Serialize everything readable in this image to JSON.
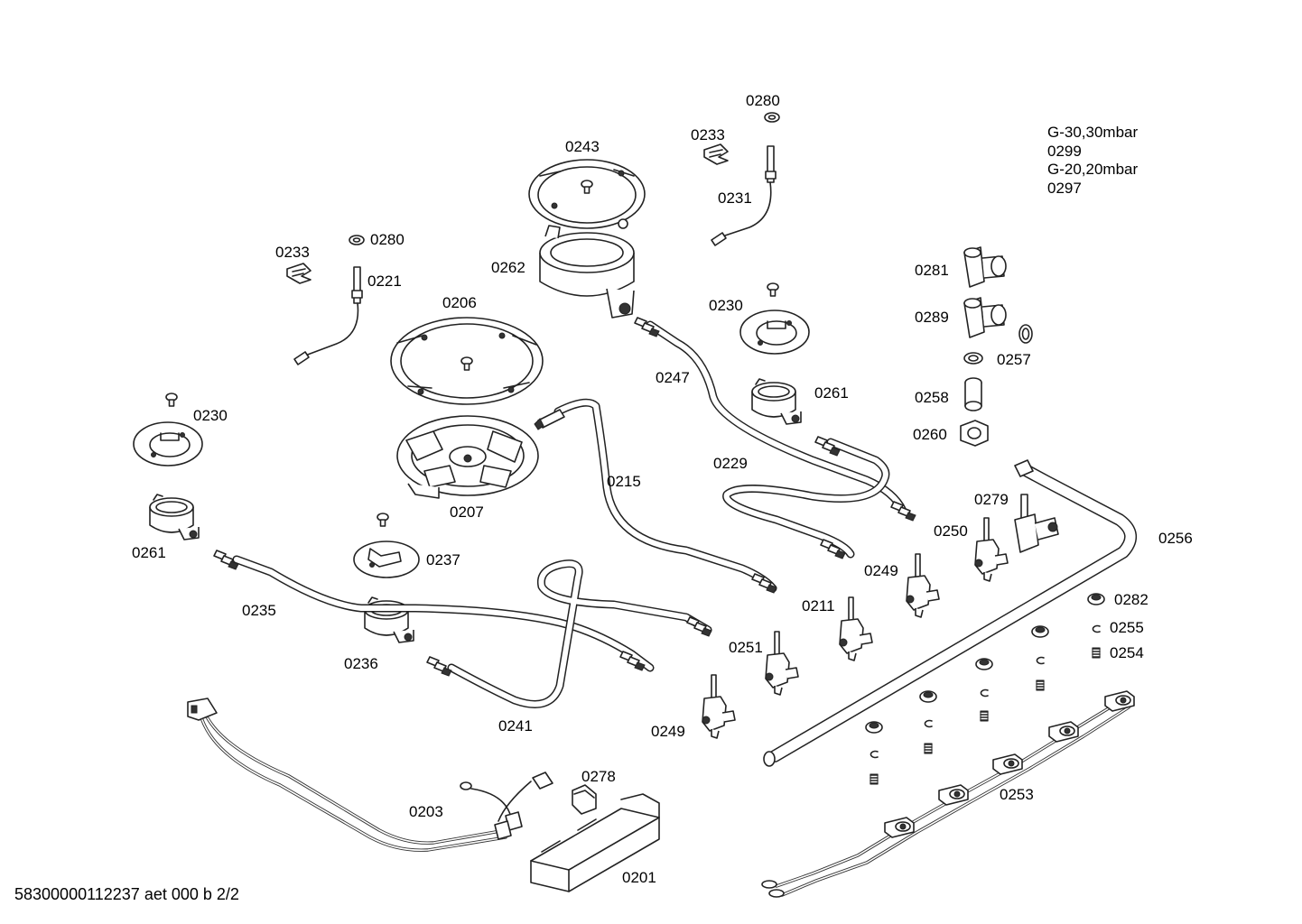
{
  "gas_note": [
    "G-30,30mbar",
    "0299",
    "G-20,20mbar",
    "0297"
  ],
  "footer": "58300000112237 aet 000 b 2/2",
  "labels": {
    "p0280a": "0280",
    "p0233a": "0233",
    "p0231": "0231",
    "p0243": "0243",
    "p0262": "0262",
    "p0233b": "0233",
    "p0280b": "0280",
    "p0221": "0221",
    "p0206": "0206",
    "p0230a": "0230",
    "p0247": "0247",
    "p0261a": "0261",
    "p0281": "0281",
    "p0289": "0289",
    "p0257": "0257",
    "p0258": "0258",
    "p0260": "0260",
    "p0230b": "0230",
    "p0229": "0229",
    "p0279": "0279",
    "p0250": "0250",
    "p0256": "0256",
    "p0215": "0215",
    "p0207": "0207",
    "p0261b": "0261",
    "p0237": "0237",
    "p0249a": "0249",
    "p0282": "0282",
    "p0235": "0235",
    "p0211": "0211",
    "p0255": "0255",
    "p0254": "0254",
    "p0236": "0236",
    "p0251": "0251",
    "p0241": "0241",
    "p0249b": "0249",
    "p0253": "0253",
    "p0278": "0278",
    "p0203": "0203",
    "p0201": "0201"
  }
}
